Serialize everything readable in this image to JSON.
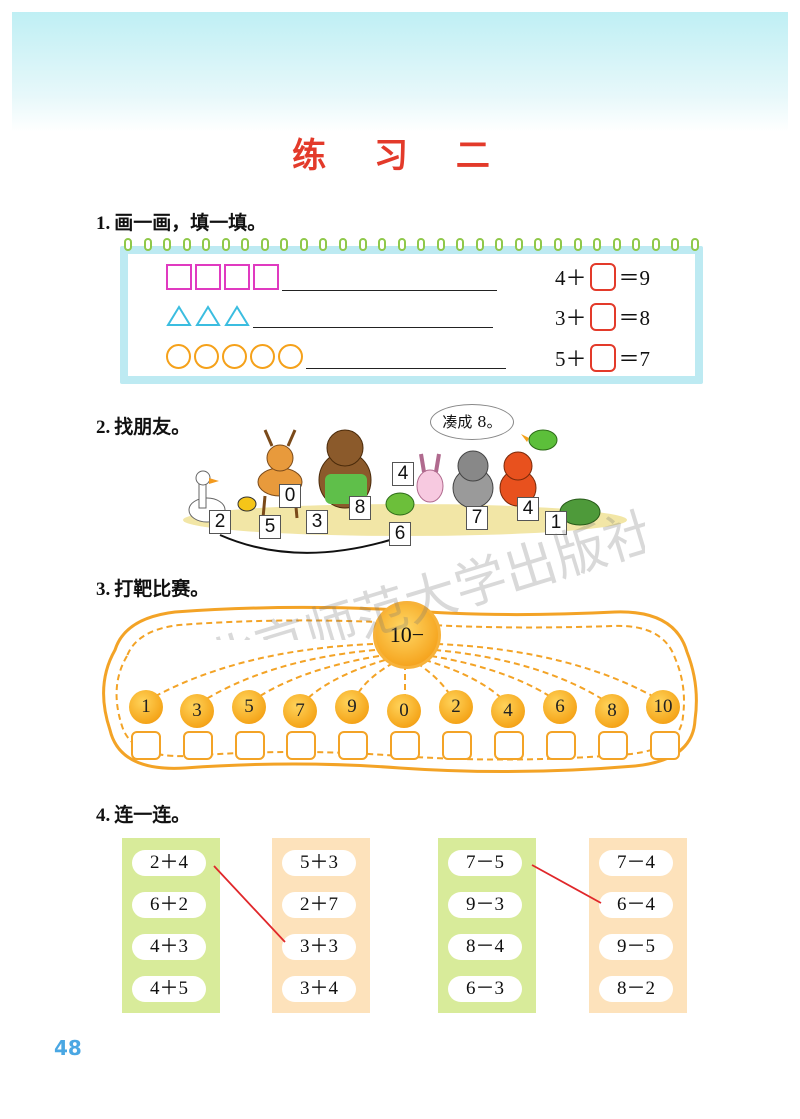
{
  "title": "练 习 二",
  "page_number": "48",
  "q1": {
    "num": "1.",
    "prompt": "画一画，填一填。",
    "rows": [
      {
        "shape": "square",
        "count": 4,
        "color": "#e03ac0",
        "eq_a": "4＋",
        "eq_b": "＝9"
      },
      {
        "shape": "triangle",
        "count": 3,
        "color": "#3bbde0",
        "eq_a": "3＋",
        "eq_b": "＝8"
      },
      {
        "shape": "circle",
        "count": 5,
        "color": "#f5a11a",
        "eq_a": "5＋",
        "eq_b": "＝7"
      }
    ]
  },
  "q2": {
    "num": "2.",
    "prompt": "找朋友。",
    "bubble": "凑成 8。",
    "cards": [
      "2",
      "5",
      "0",
      "3",
      "8",
      "4",
      "6",
      "7",
      "4",
      "1"
    ]
  },
  "q3": {
    "num": "3.",
    "prompt": "打靶比赛。",
    "center": "10−",
    "targets": [
      "1",
      "3",
      "5",
      "7",
      "9",
      "0",
      "2",
      "4",
      "6",
      "8",
      "10"
    ]
  },
  "q4": {
    "num": "4.",
    "prompt": "连一连。",
    "columns": [
      [
        "2＋4",
        "6＋2",
        "4＋3",
        "4＋5"
      ],
      [
        "5＋3",
        "2＋7",
        "3＋3",
        "3＋4"
      ],
      [
        "7－5",
        "9－3",
        "8－4",
        "6－3"
      ],
      [
        "7－4",
        "6－4",
        "9－5",
        "8－2"
      ]
    ]
  },
  "watermark": "北京师范大学出版社",
  "colors": {
    "title": "#e33a2a",
    "accent_blue": "#4aa7e3",
    "target_orange": "#f5a61b",
    "link_red": "#e0272a"
  }
}
